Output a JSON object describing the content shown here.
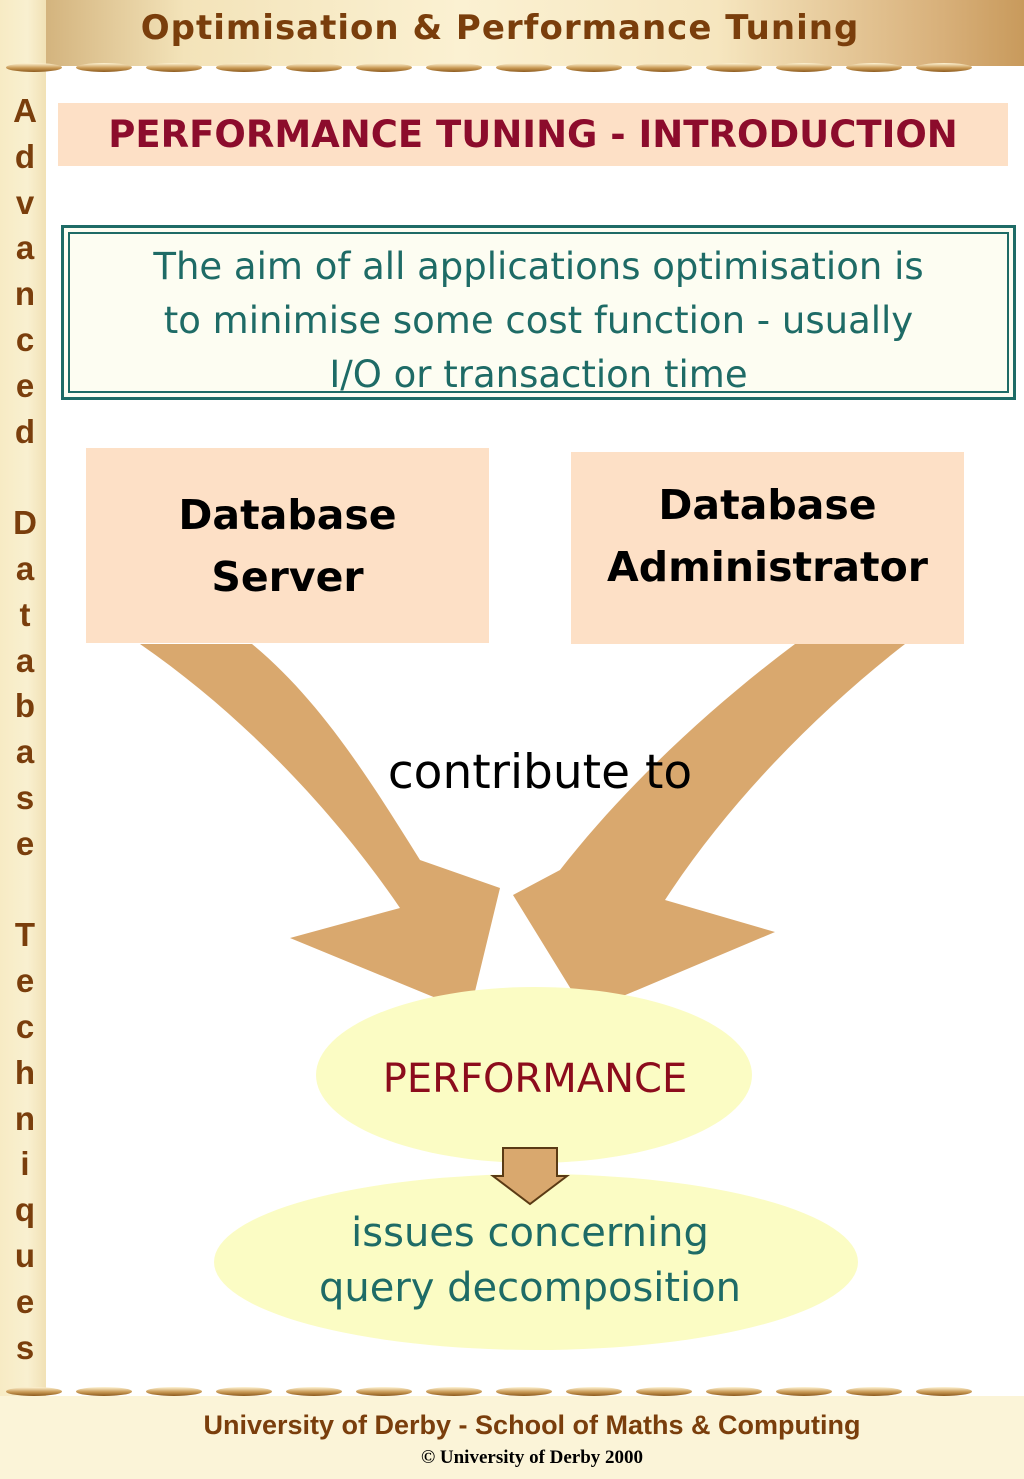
{
  "header": {
    "title": "Optimisation & Performance Tuning"
  },
  "sidebar": {
    "vertical_text": "A\nd\nv\na\nn\nc\ne\nd\n \nD\na\nt\na\nb\na\ns\ne\n \nT\ne\nc\nh\nn\ni\nq\nu\ne\ns"
  },
  "slide": {
    "heading": "PERFORMANCE TUNING - INTRODUCTION",
    "aim_text": "The aim of all applications optimisation is\nto minimise some cost function - usually\nI/O or transaction time",
    "box_server": "Database\nServer",
    "box_admin": "Database\nAdministrator",
    "arrow_label": "contribute to",
    "performance_label": "PERFORMANCE",
    "issues_label": "issues concerning\nquery decomposition"
  },
  "footer": {
    "line1": "University of Derby  - School of Maths & Computing",
    "line2": "© University of Derby 2000"
  },
  "colors": {
    "title_brown": "#7a3e0c",
    "heading_red": "#8c0c2c",
    "teal": "#1e6b66",
    "box_peach": "#fde0c6",
    "arrow_tan": "#d9a86e",
    "ellipse_yellow": "#fbfcc4"
  }
}
